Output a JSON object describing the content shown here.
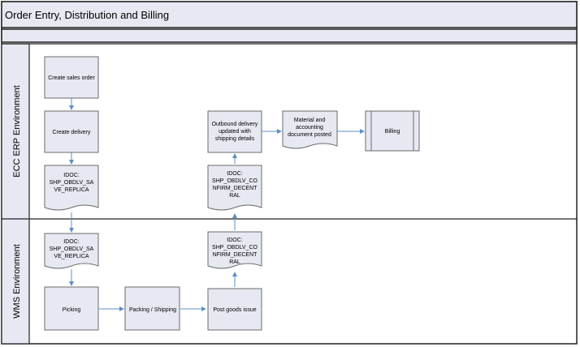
{
  "title": "Order Entry, Distribution and Billing",
  "lanes": {
    "erp": "ECC ERP Environment",
    "wms": "WMS Environment"
  },
  "nodes": {
    "create_sales_order": [
      "Create sales order"
    ],
    "create_delivery": [
      "Create delivery"
    ],
    "idoc_save_erp": [
      "IDOC:",
      "SHP_OBDLV_SA",
      "VE_REPLICA"
    ],
    "idoc_save_wms": [
      "IDOC:",
      "SHP_OBDLV_SA",
      "VE_REPLICA"
    ],
    "picking": [
      "Picking"
    ],
    "packing_shipping": [
      "Packing / Shipping"
    ],
    "post_goods_issue": [
      "Post goods issue"
    ],
    "idoc_confirm_wms": [
      "IDOC:",
      "SHP_OBDLV_CO",
      "NFIRM_DECENT",
      "RAL"
    ],
    "idoc_confirm_erp": [
      "IDOC:",
      "SHP_OBDLV_CO",
      "NFIRM_DECENT",
      "RAL"
    ],
    "outbound_delivery": [
      "Outbound delivery",
      "updated with",
      "shipping details"
    ],
    "material_doc": [
      "Material and",
      "accounting",
      "document posted"
    ],
    "billing": [
      "Billing"
    ]
  },
  "colors": {
    "shape_fill": "#e6e9f2",
    "header_fill": "#e6e9f2",
    "arrow": "#5b8fc9",
    "border": "#222222"
  }
}
